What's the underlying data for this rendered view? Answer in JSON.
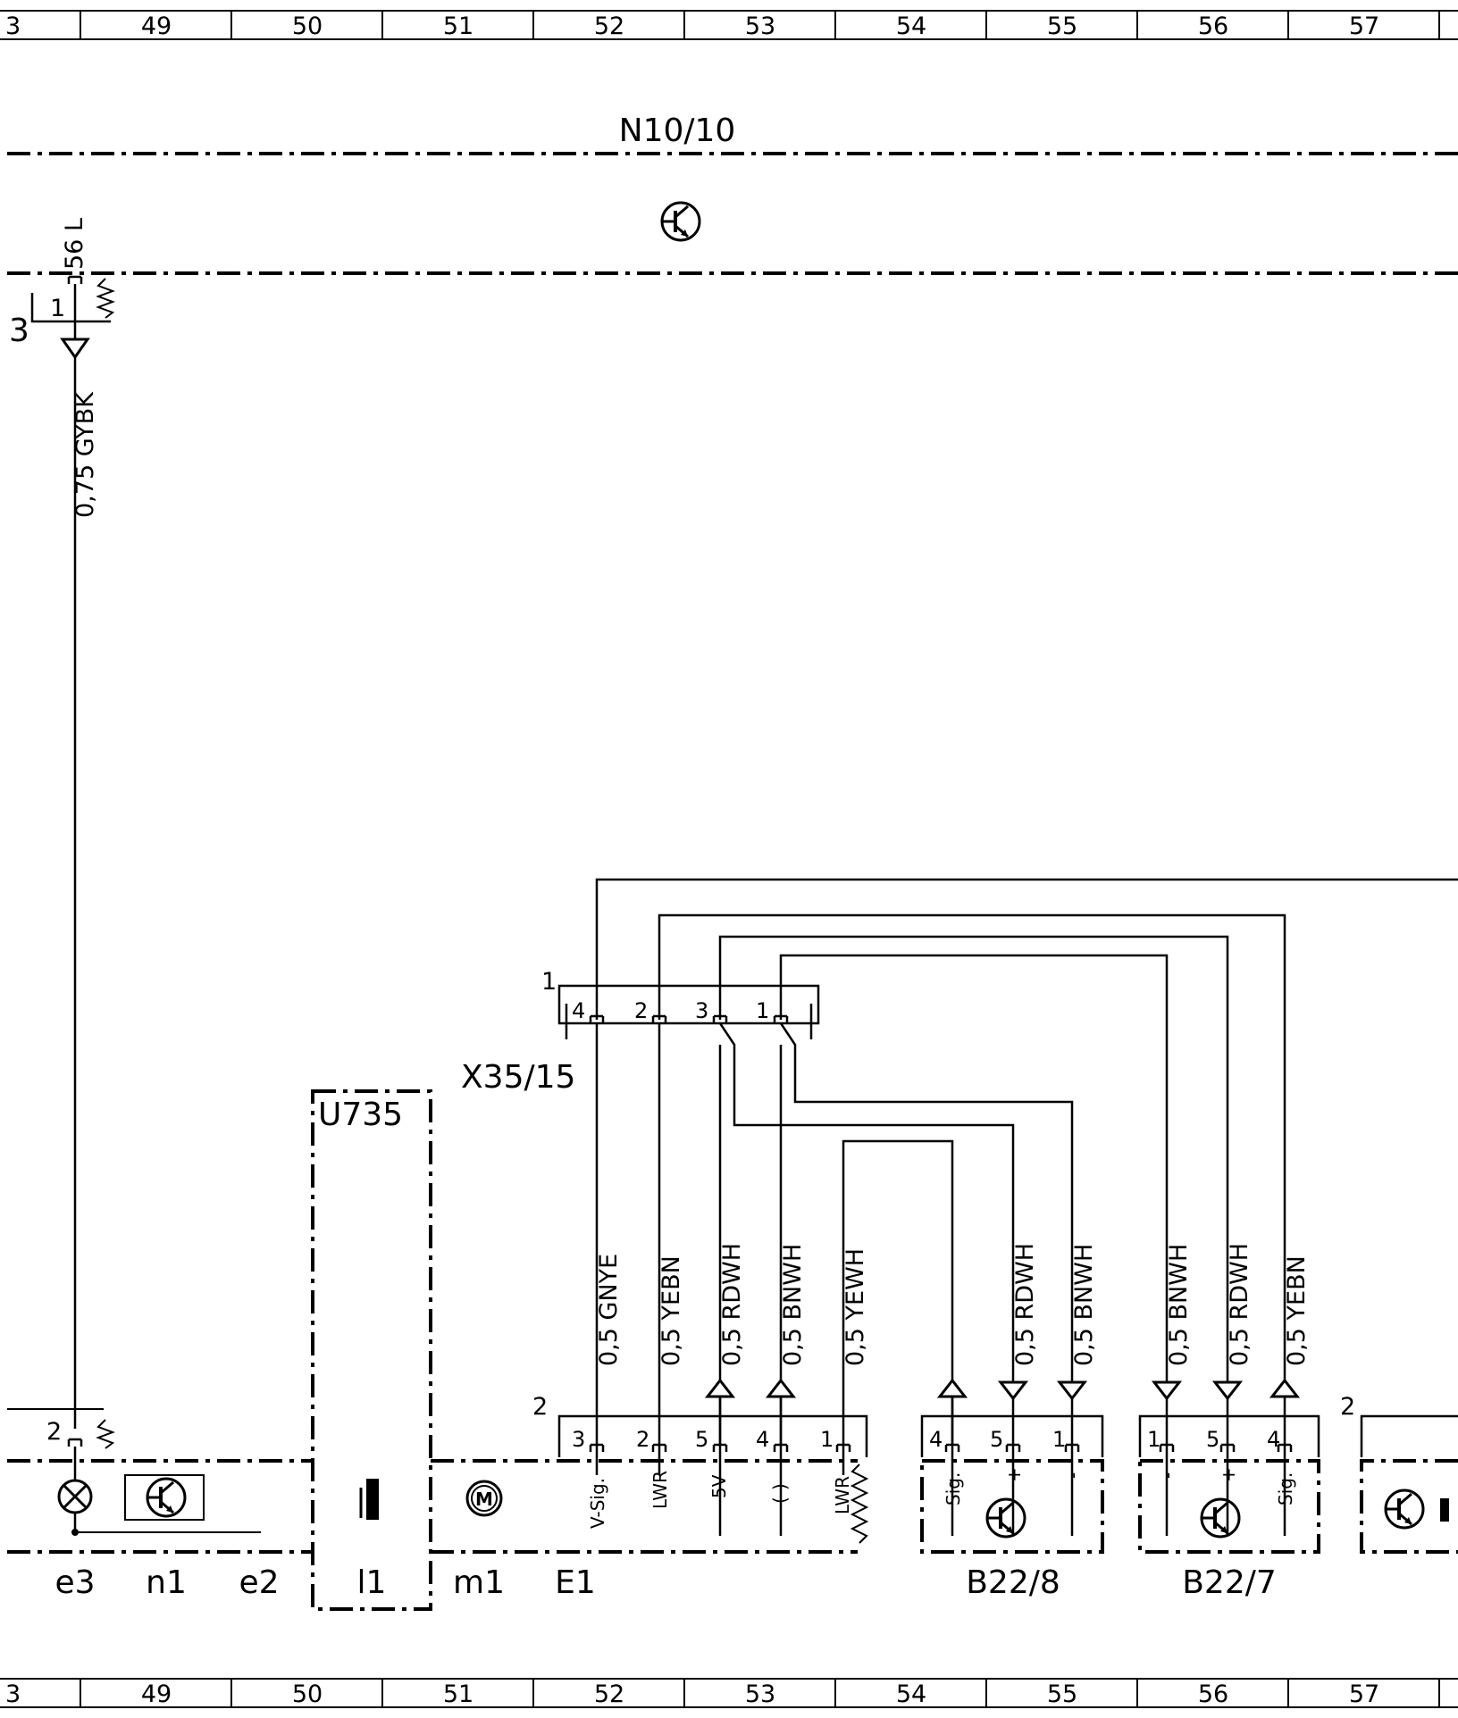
{
  "grid": {
    "columns": [
      "3",
      "49",
      "50",
      "51",
      "52",
      "53",
      "54",
      "55",
      "56",
      "57"
    ]
  },
  "modules": {
    "top_module": "N10/10",
    "connector": "X35/15",
    "interference": "U735"
  },
  "top_connection": {
    "pin_top": "56 L",
    "pin_one": "1",
    "side_number": "3",
    "wire": "0,75 GYBK"
  },
  "connector_pins": [
    "4",
    "2",
    "3",
    "1"
  ],
  "connector_number": "1",
  "wires": [
    "0,5 GNYE",
    "0,5 YEBN",
    "0,5 RDWH",
    "0,5 BNWH",
    "0,5 YEWH",
    "0,5 RDWH",
    "0,5 BNWH",
    "0,5 BNWH",
    "0,5 RDWH",
    "0,5 YEBN"
  ],
  "e1_block": {
    "number": "2",
    "pins": [
      "3",
      "2",
      "5",
      "4",
      "1"
    ],
    "signals": [
      "V-Sig.",
      "LWR",
      "5V",
      "(-)",
      "LWR"
    ]
  },
  "b22_8": {
    "label": "B22/8",
    "pins": [
      "4",
      "5",
      "1"
    ],
    "signals": [
      "Sig.",
      "+",
      "-"
    ]
  },
  "b22_7": {
    "label": "B22/7",
    "pins": [
      "1",
      "5",
      "4"
    ],
    "signals": [
      "-",
      "+",
      "Sig."
    ]
  },
  "right_block": {
    "number": "2"
  },
  "e3_block": {
    "pin": "2"
  },
  "bottom_labels": [
    "e3",
    "n1",
    "e2",
    "l1",
    "m1",
    "E1"
  ],
  "component_glyphs": {
    "bulb": "lamp-icon",
    "transistor": "transistor-icon",
    "motor": "motor-icon",
    "motor_letter": "M"
  }
}
